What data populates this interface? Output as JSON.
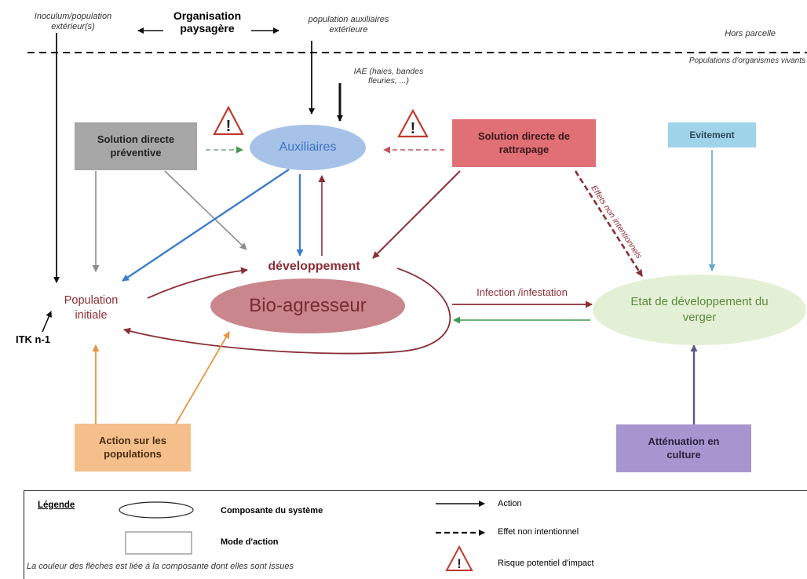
{
  "top": {
    "inoculum": "Inoculum/population\nextérieur(s)",
    "organisation": "Organisation\npaysagère",
    "population_aux": "population auxiliaires\nextérieure",
    "hors_parcelle": "Hors parcelle",
    "populations_vivants": "Populations d'organismes vivants",
    "iae": "IAE (haies, bandes\nfleuries, ...)"
  },
  "boxes": {
    "solution_preventive": "Solution directe\npréventive",
    "solution_rattrapage": "Solution directe de\nrattrapage",
    "evitement": "Evitement",
    "action_populations": "Action sur les\npopulations",
    "attenuation": "Atténuation en\nculture"
  },
  "components": {
    "auxiliaires": "Auxiliaires",
    "bio_agresseur": "Bio-agresseur",
    "verger": "Etat de développement du\nverger"
  },
  "labels": {
    "developpement": "développement",
    "population_initiale": "Population\ninitiale",
    "itk": "ITK n-1",
    "infection": "Infection /infestation",
    "effets_non_intentionnels": "Effets non intentionnels"
  },
  "legend": {
    "title": "Légende",
    "composante": "Composante du système",
    "mode": "Mode d'action",
    "action": "Action",
    "effet": "Effet non intentionnel",
    "risque": "Risque potentiel d'impact",
    "couleur_note": "La couleur des flèches est liée à la composante dont elles sont issues"
  },
  "colors": {
    "preventive": "#a6a6a6",
    "rattrapage": "#e06f76",
    "evitement": "#9fd3ea",
    "action_pop": "#f4bf8a",
    "attenuation": "#a795cf",
    "auxiliaires": "#a7c2e8",
    "bio_agresseur": "#c9868c",
    "verger": "#e4f0d6",
    "dark_red": "#8b2e36",
    "blue": "#3d7cc9",
    "orange": "#e79541",
    "light_blue": "#6aa8c8",
    "purple": "#5f5786",
    "green": "#3f9b4d",
    "grey": "#8c8c8c"
  }
}
